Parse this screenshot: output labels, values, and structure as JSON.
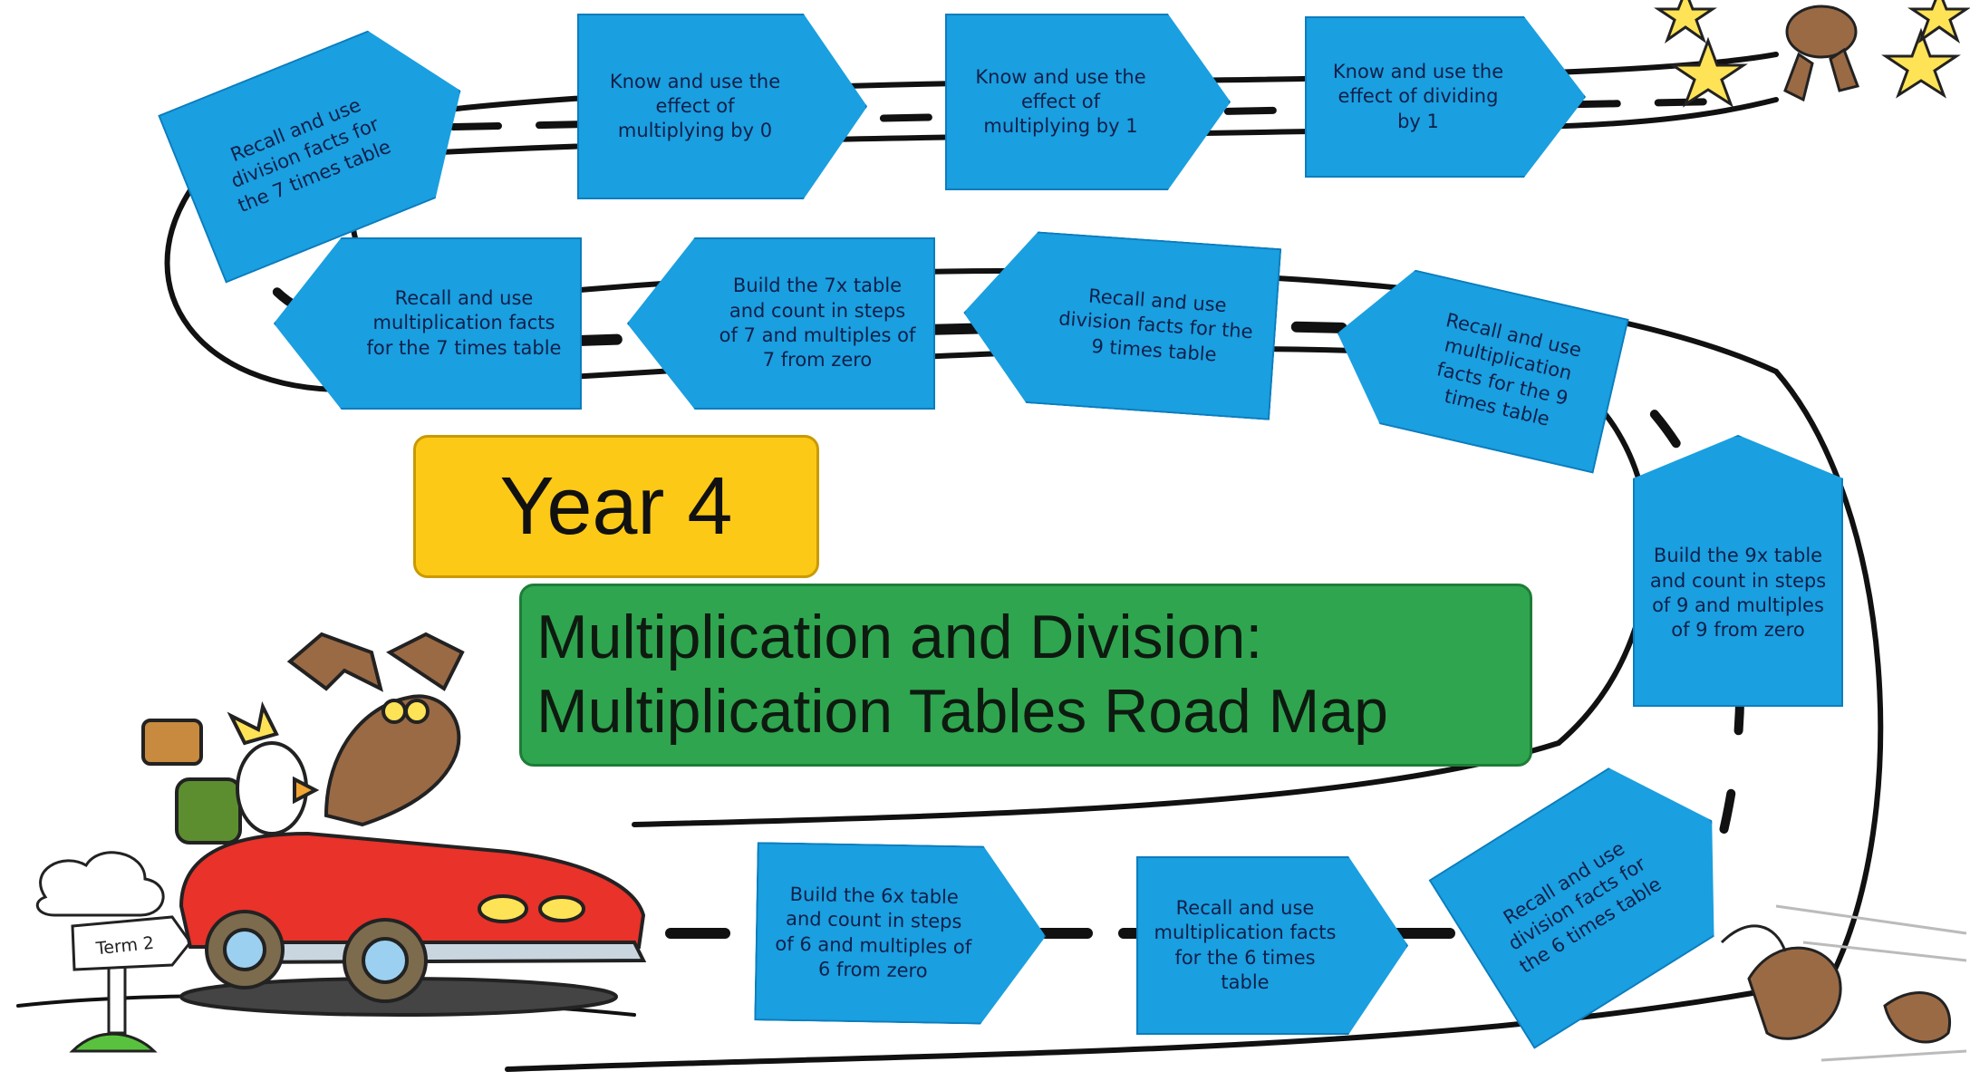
{
  "title": {
    "year": "Year 4",
    "line1": "Multiplication and Division:",
    "line2": "Multiplication Tables Road Map"
  },
  "signpost": {
    "label": "Term 2"
  },
  "steps": [
    {
      "text": "Build the 6x table and count in steps of 6 and multiples of 6 from zero"
    },
    {
      "text": "Recall and use multiplication facts for the 6 times table"
    },
    {
      "text": "Recall and use division facts for the 6 times table"
    },
    {
      "text": "Build the 9x table and count in steps of 9 and multiples of 9 from zero"
    },
    {
      "text": "Recall and use multiplication facts for the 9 times table"
    },
    {
      "text": "Recall and use division facts for the 9 times table"
    },
    {
      "text": "Build the 7x table and count in steps of 7 and multiples of 7 from zero"
    },
    {
      "text": "Recall and use multiplication facts for the 7 times table"
    },
    {
      "text": "Recall and use division facts for the 7 times table"
    },
    {
      "text": "Know and use the effect of multiplying by 0"
    },
    {
      "text": "Know and use the effect of multiplying by 1"
    },
    {
      "text": "Know and use the effect of dividing by 1"
    }
  ],
  "colors": {
    "sign_blue": "#1a9fe0",
    "year_yellow": "#fcc917",
    "title_green": "#2fa54f",
    "car_red": "#e8322a",
    "star_yellow": "#ffe356"
  }
}
